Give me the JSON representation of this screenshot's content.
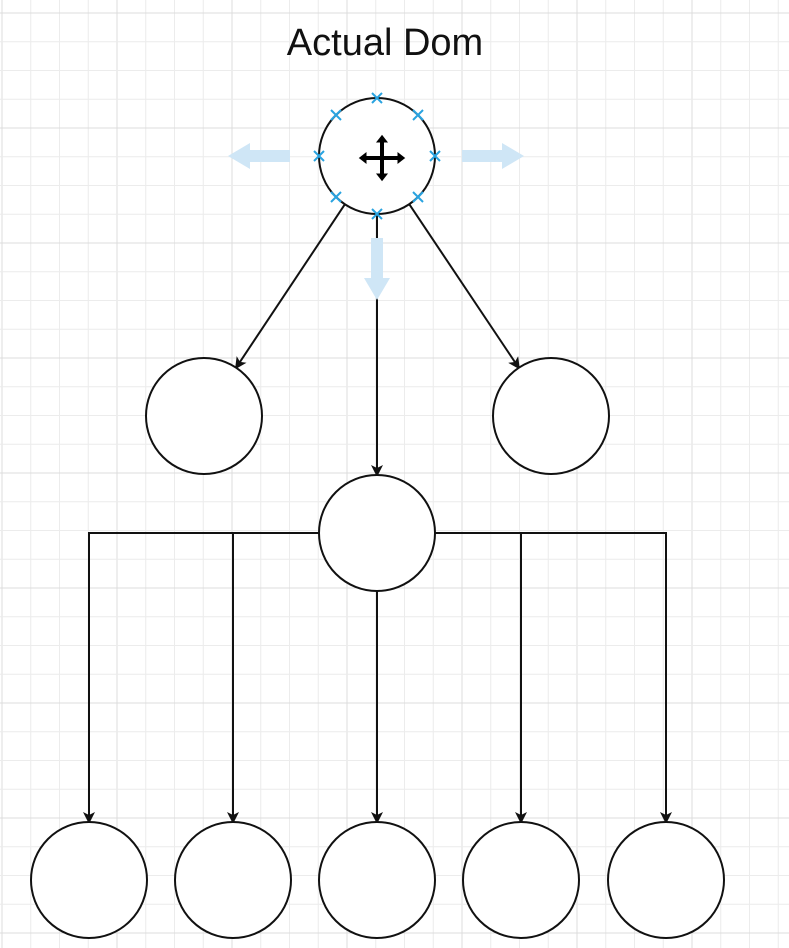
{
  "diagram": {
    "title": "Actual Dom",
    "colors": {
      "stroke": "#111111",
      "selection": "#29a3e0",
      "hint_arrow": "#cfe6f6",
      "grid_minor": "#ececec",
      "grid_major": "#dcdcdc"
    },
    "nodes": [
      {
        "id": "root",
        "level": 0,
        "selected": true
      },
      {
        "id": "left",
        "level": 1
      },
      {
        "id": "middle",
        "level": 1
      },
      {
        "id": "right",
        "level": 1
      },
      {
        "id": "leaf1",
        "level": 2
      },
      {
        "id": "leaf2",
        "level": 2
      },
      {
        "id": "leaf3",
        "level": 2
      },
      {
        "id": "leaf4",
        "level": 2
      },
      {
        "id": "leaf5",
        "level": 2
      }
    ],
    "edges": [
      [
        "root",
        "left"
      ],
      [
        "root",
        "middle"
      ],
      [
        "root",
        "right"
      ],
      [
        "middle",
        "leaf1"
      ],
      [
        "middle",
        "leaf2"
      ],
      [
        "middle",
        "leaf3"
      ],
      [
        "middle",
        "leaf4"
      ],
      [
        "middle",
        "leaf5"
      ]
    ],
    "cursor_icon": "move-cursor-icon"
  }
}
